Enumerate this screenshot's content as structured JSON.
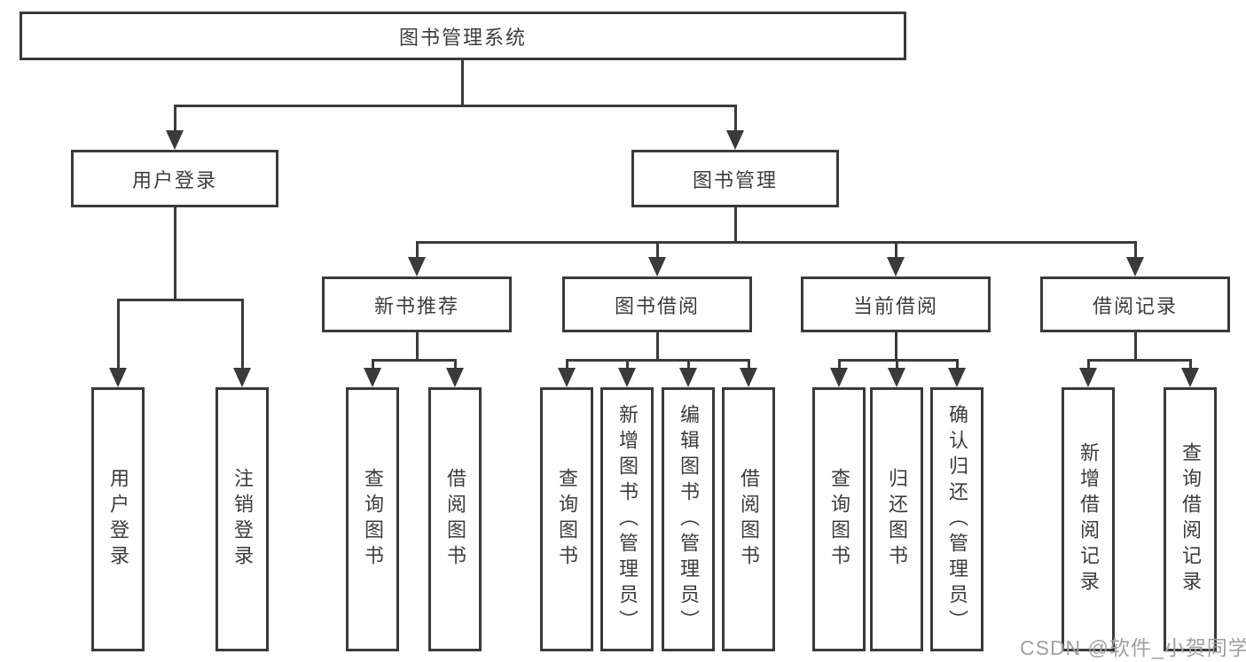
{
  "watermark": "CSDN @软件_小贺同学",
  "colors": {
    "line": "#3a3a3a",
    "text": "#3c3c3c",
    "background": "#ffffff",
    "watermark": "#a0a0a0"
  },
  "tree": {
    "root": {
      "label": "图书管理系统"
    },
    "children": [
      {
        "label": "用户登录",
        "children": [
          {
            "label": "用户登录"
          },
          {
            "label": "注销登录"
          }
        ]
      },
      {
        "label": "图书管理",
        "children": [
          {
            "label": "新书推荐",
            "children": [
              {
                "label": "查询图书"
              },
              {
                "label": "借阅图书"
              }
            ]
          },
          {
            "label": "图书借阅",
            "children": [
              {
                "label": "查询图书"
              },
              {
                "label": "新增图书（管理员）"
              },
              {
                "label": "编辑图书（管理员）"
              },
              {
                "label": "借阅图书"
              }
            ]
          },
          {
            "label": "当前借阅",
            "children": [
              {
                "label": "查询图书"
              },
              {
                "label": "归还图书"
              },
              {
                "label": "确认归还（管理员）"
              }
            ]
          },
          {
            "label": "借阅记录",
            "children": [
              {
                "label": "新增借阅记录"
              },
              {
                "label": "查询借阅记录"
              }
            ]
          }
        ]
      }
    ]
  }
}
